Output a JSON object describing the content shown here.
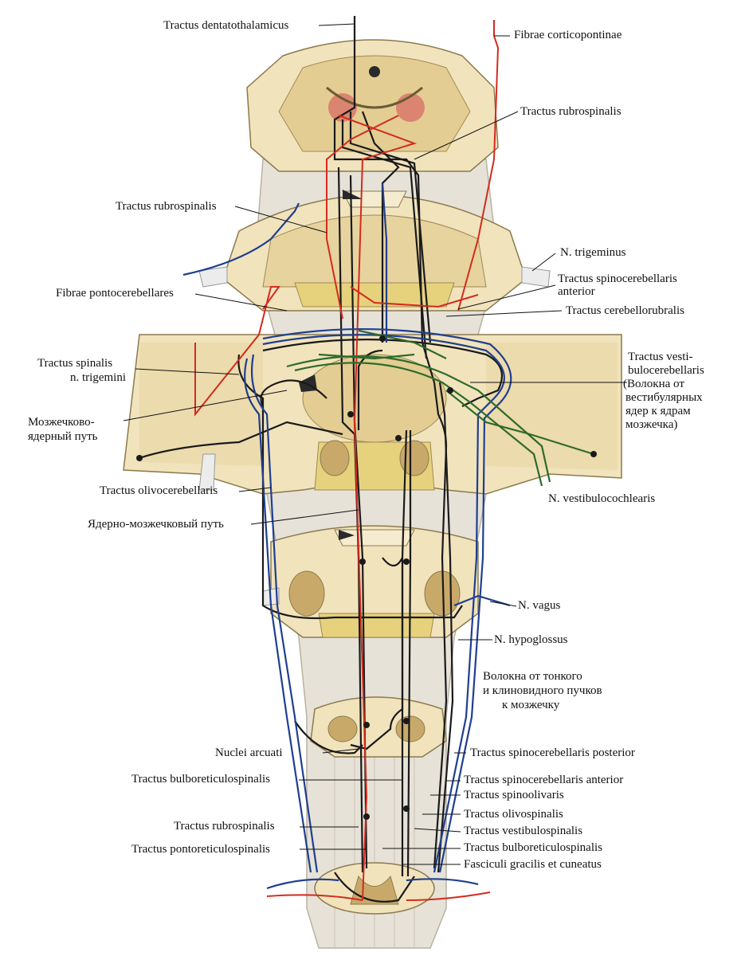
{
  "labels": {
    "dentatothalamicus": "Tractus dentatothalamicus",
    "corticopontinae": "Fibrae corticopontinae",
    "rubrospinalis_top": "Tractus rubrospinalis",
    "rubrospinalis_left": "Tractus rubrospinalis",
    "trigeminus": "N. trigeminus",
    "spinocerebellaris_anterior_top_1": "Tractus spinocerebellaris",
    "spinocerebellaris_anterior_top_2": "anterior",
    "pontocerebellares": "Fibrae pontocerebellares",
    "cerebellorubralis": "Tractus cerebellorubralis",
    "spinalis_trigemini_1": "Tractus spinalis",
    "spinalis_trigemini_2": "n. trigemini",
    "vestibulocerebellaris_1": "Tractus vesti-",
    "vestibulocerebellaris_2": "bulocerebellaris",
    "vestibulocerebellaris_3": "(Волокна от",
    "vestibulocerebellaris_4": "вестибулярных",
    "vestibulocerebellaris_5": "ядер к ядрам",
    "vestibulocerebellaris_6": "мозжечка)",
    "cerebellonuclear_1": "Мозжечково-",
    "cerebellonuclear_2": "ядерный путь",
    "olivocerebellaris": "Tractus olivocerebellaris",
    "vestibulocochlearis": "N. vestibulocochlearis",
    "nucleocerebellar": "Ядерно-мозжечковый путь",
    "vagus": "N. vagus",
    "hypoglossus": "N. hypoglossus",
    "gracile_cuneate_1": "Волокна от тонкого",
    "gracile_cuneate_2": "и  клиновидного пучков",
    "gracile_cuneate_3": "к мозжечку",
    "nuclei_arcuati": "Nuclei arcuati",
    "spinocerebellaris_posterior": "Tractus spinocerebellaris posterior",
    "bulboreticulospinalis_left": "Tractus bulboreticulospinalis",
    "spinocerebellaris_anterior_bottom": "Tractus spinocerebellaris anterior",
    "spinoolivaris": "Tractus spinoolivaris",
    "olivospinalis": "Tractus olivospinalis",
    "rubrospinalis_bottom": "Tractus rubrospinalis",
    "vestibulospinalis": "Tractus vestibulospinalis",
    "pontoreticulospinalis": "Tractus pontoreticulospinalis",
    "bulboreticulospinalis_right": "Tractus bulboreticulospinalis",
    "fasciculi": "Fasciculi gracilis et cuneatus"
  },
  "colors": {
    "tissue": "#f2e6c4",
    "tissue_dark": "#d9c48e",
    "gray_matter": "#c9a96a",
    "nucleus_red": "#d9776a",
    "stem": "#e8e4da",
    "tract_black": "#1a1a1a",
    "tract_red": "#d42b1e",
    "tract_blue": "#1f3f8f",
    "tract_green": "#2e6b2a"
  }
}
